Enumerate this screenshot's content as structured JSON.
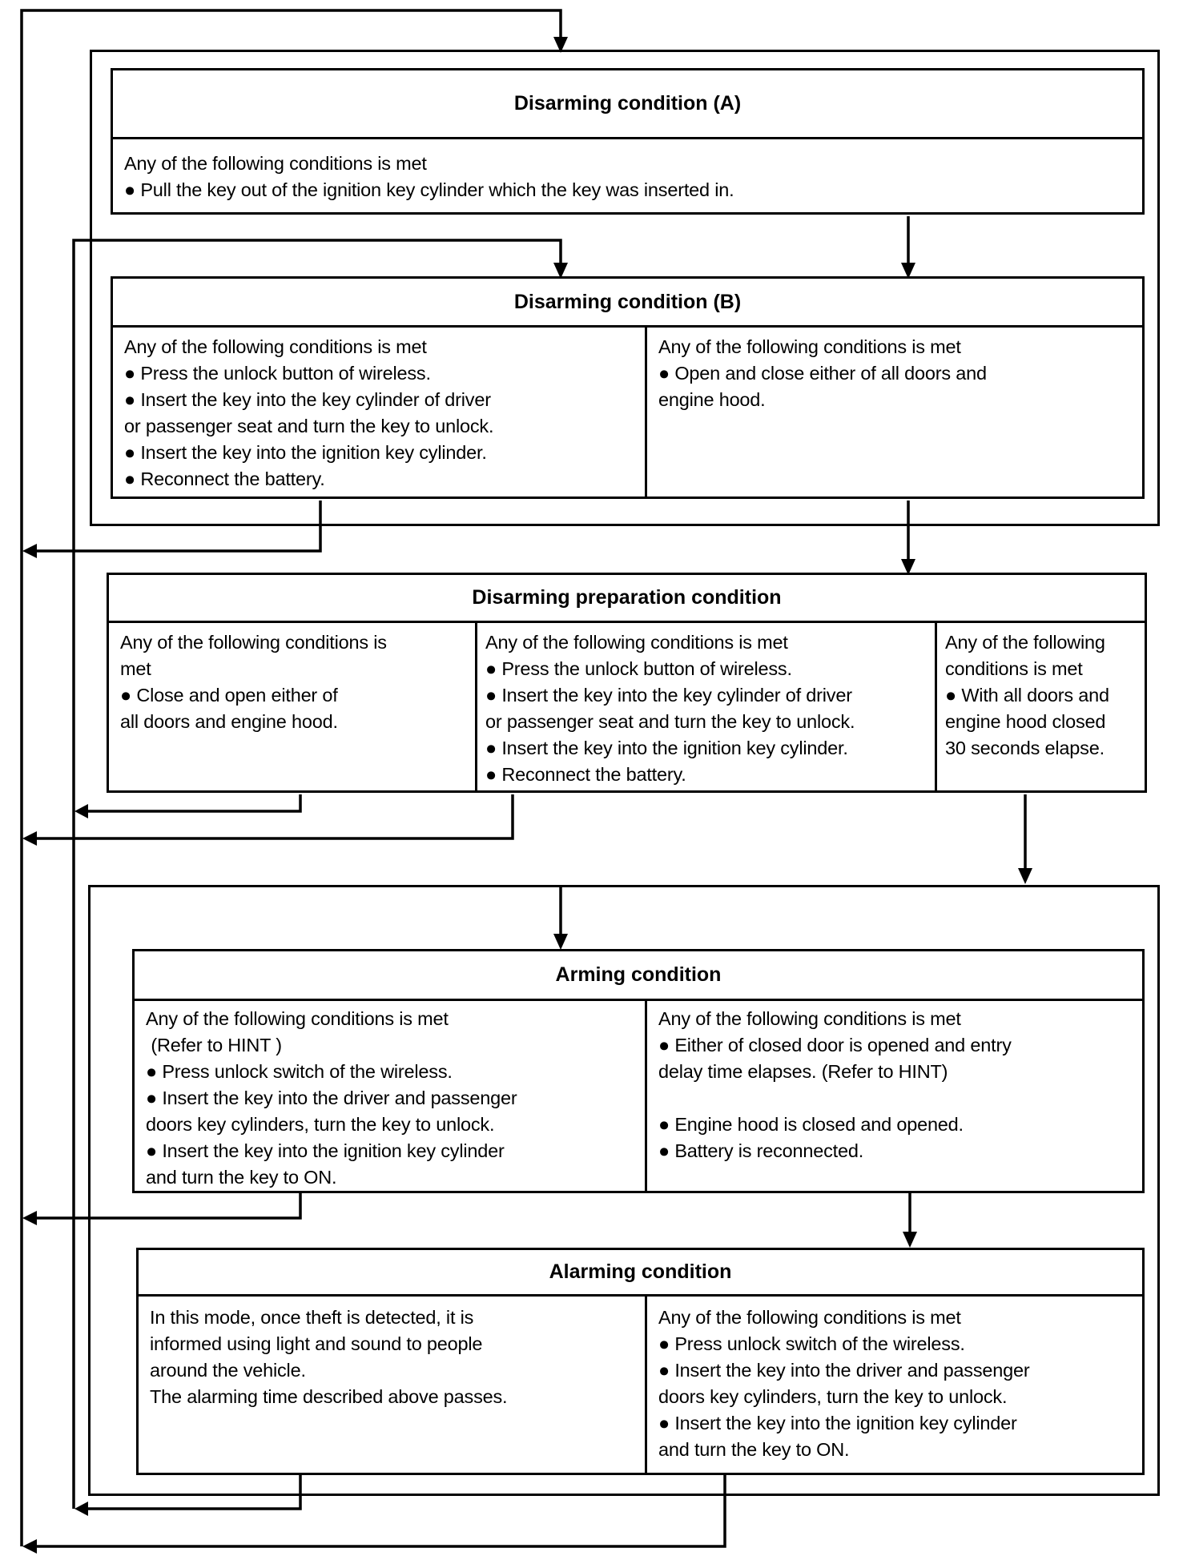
{
  "colors": {
    "ink": "#000000",
    "paper": "#ffffff"
  },
  "boxes": {
    "disarming_a": {
      "title": "Disarming condition (A)",
      "body": [
        "Any of the following conditions is met",
        "● Pull the key out of the ignition key cylinder which the key was inserted in."
      ]
    },
    "disarming_b": {
      "title": "Disarming condition (B)",
      "left": [
        "Any of the following conditions is met",
        "● Press the unlock button of wireless.",
        "● Insert the key into the key cylinder of driver",
        "or passenger seat and turn the key to unlock.",
        "● Insert the key into the ignition key cylinder.",
        "● Reconnect the battery."
      ],
      "right": [
        "Any of the following conditions is met",
        "● Open and close either of all doors and",
        "engine hood."
      ]
    },
    "disarming_prep": {
      "title": "Disarming preparation condition",
      "col1": [
        "Any of the following conditions is",
        "met",
        "● Close and open either of",
        "all doors and engine hood."
      ],
      "col2": [
        "Any of the following conditions is met",
        "● Press the unlock button of wireless.",
        "● Insert the key into the key cylinder of driver",
        "or passenger seat and turn the key to unlock.",
        "● Insert the key into the ignition key cylinder.",
        "● Reconnect the battery."
      ],
      "col3": [
        "Any of the following",
        "conditions is met",
        "● With all doors and",
        "engine hood closed",
        "30 seconds elapse."
      ]
    },
    "arming": {
      "title": "Arming condition",
      "left": [
        "Any of the following conditions is met",
        " (Refer to HINT )",
        "● Press unlock switch of the wireless.",
        "● Insert the key into the driver and passenger",
        "doors key cylinders, turn the key to unlock.",
        "● Insert the key into the ignition key cylinder",
        "and turn the key to ON."
      ],
      "right": [
        "Any of the following conditions is met",
        "● Either of closed door is opened and entry",
        "delay time elapses. (Refer to HINT)",
        "",
        "● Engine hood is closed and opened.",
        "● Battery is reconnected."
      ]
    },
    "alarming": {
      "title": "Alarming condition",
      "left": [
        "In this mode, once theft is detected, it is",
        "informed using light and sound to people",
        "around the vehicle.",
        "The alarming time described above passes.",
        ""
      ],
      "right": [
        "Any of the following conditions is met",
        "● Press unlock switch of the wireless.",
        "● Insert the key into the driver and passenger",
        "doors key cylinders, turn the key to unlock.",
        "● Insert the key into the ignition key cylinder",
        "and turn the key to ON."
      ]
    }
  }
}
